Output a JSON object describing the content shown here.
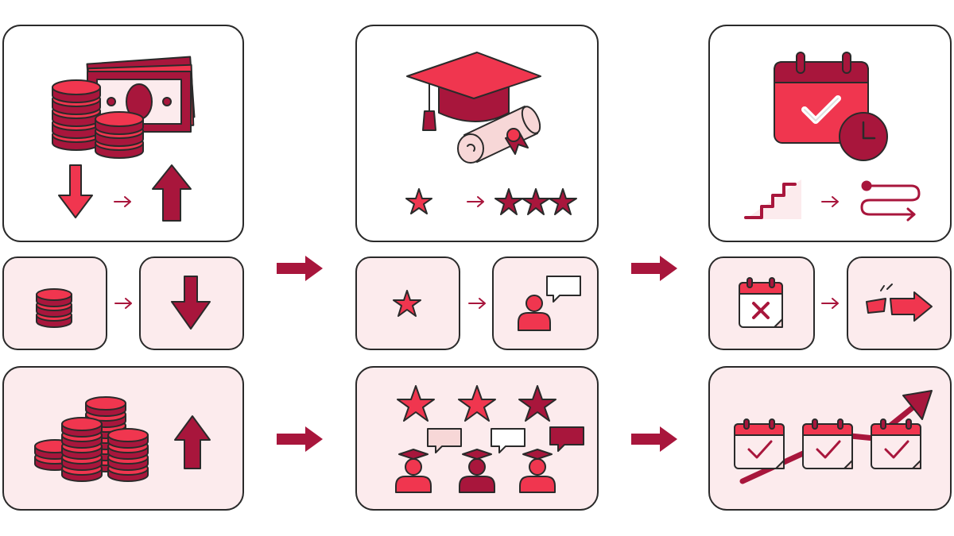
{
  "colors": {
    "outline": "#2a2a2a",
    "primary": "#f0364f",
    "dark": "#a8163c",
    "light": "#fcebed",
    "paper": "#f7d7d7",
    "white": "#ffffff"
  },
  "columns": [
    {
      "id": "money",
      "top_panel": {
        "icons": [
          "coin-stack-icon",
          "banknote-stack-icon",
          "arrow-down-icon",
          "small-arrow-right-icon",
          "arrow-up-icon"
        ]
      },
      "middle_panels": [
        {
          "icon": "single-coin-stack-icon"
        },
        {
          "icon": "arrow-down-icon"
        }
      ],
      "bottom_panel": {
        "icons": [
          "coin-piles-icon",
          "arrow-up-icon"
        ]
      }
    },
    {
      "id": "education",
      "top_panel": {
        "icons": [
          "graduation-cap-icon",
          "diploma-scroll-icon",
          "star-icon",
          "small-arrow-right-icon",
          "three-stars-icon"
        ]
      },
      "middle_panels": [
        {
          "icon": "star-icon"
        },
        {
          "icon": "person-speech-icon"
        }
      ],
      "bottom_panel": {
        "icons": [
          "three-stars-icon",
          "graduates-speech-icon"
        ]
      }
    },
    {
      "id": "scheduling",
      "top_panel": {
        "icons": [
          "calendar-check-icon",
          "clock-icon",
          "stairs-up-icon",
          "small-arrow-right-icon",
          "winding-path-icon"
        ]
      },
      "middle_panels": [
        {
          "icon": "calendar-cancel-icon"
        },
        {
          "icon": "broken-arrow-icon"
        }
      ],
      "bottom_panel": {
        "icons": [
          "calendars-check-icon",
          "trend-arrow-icon"
        ]
      }
    }
  ]
}
